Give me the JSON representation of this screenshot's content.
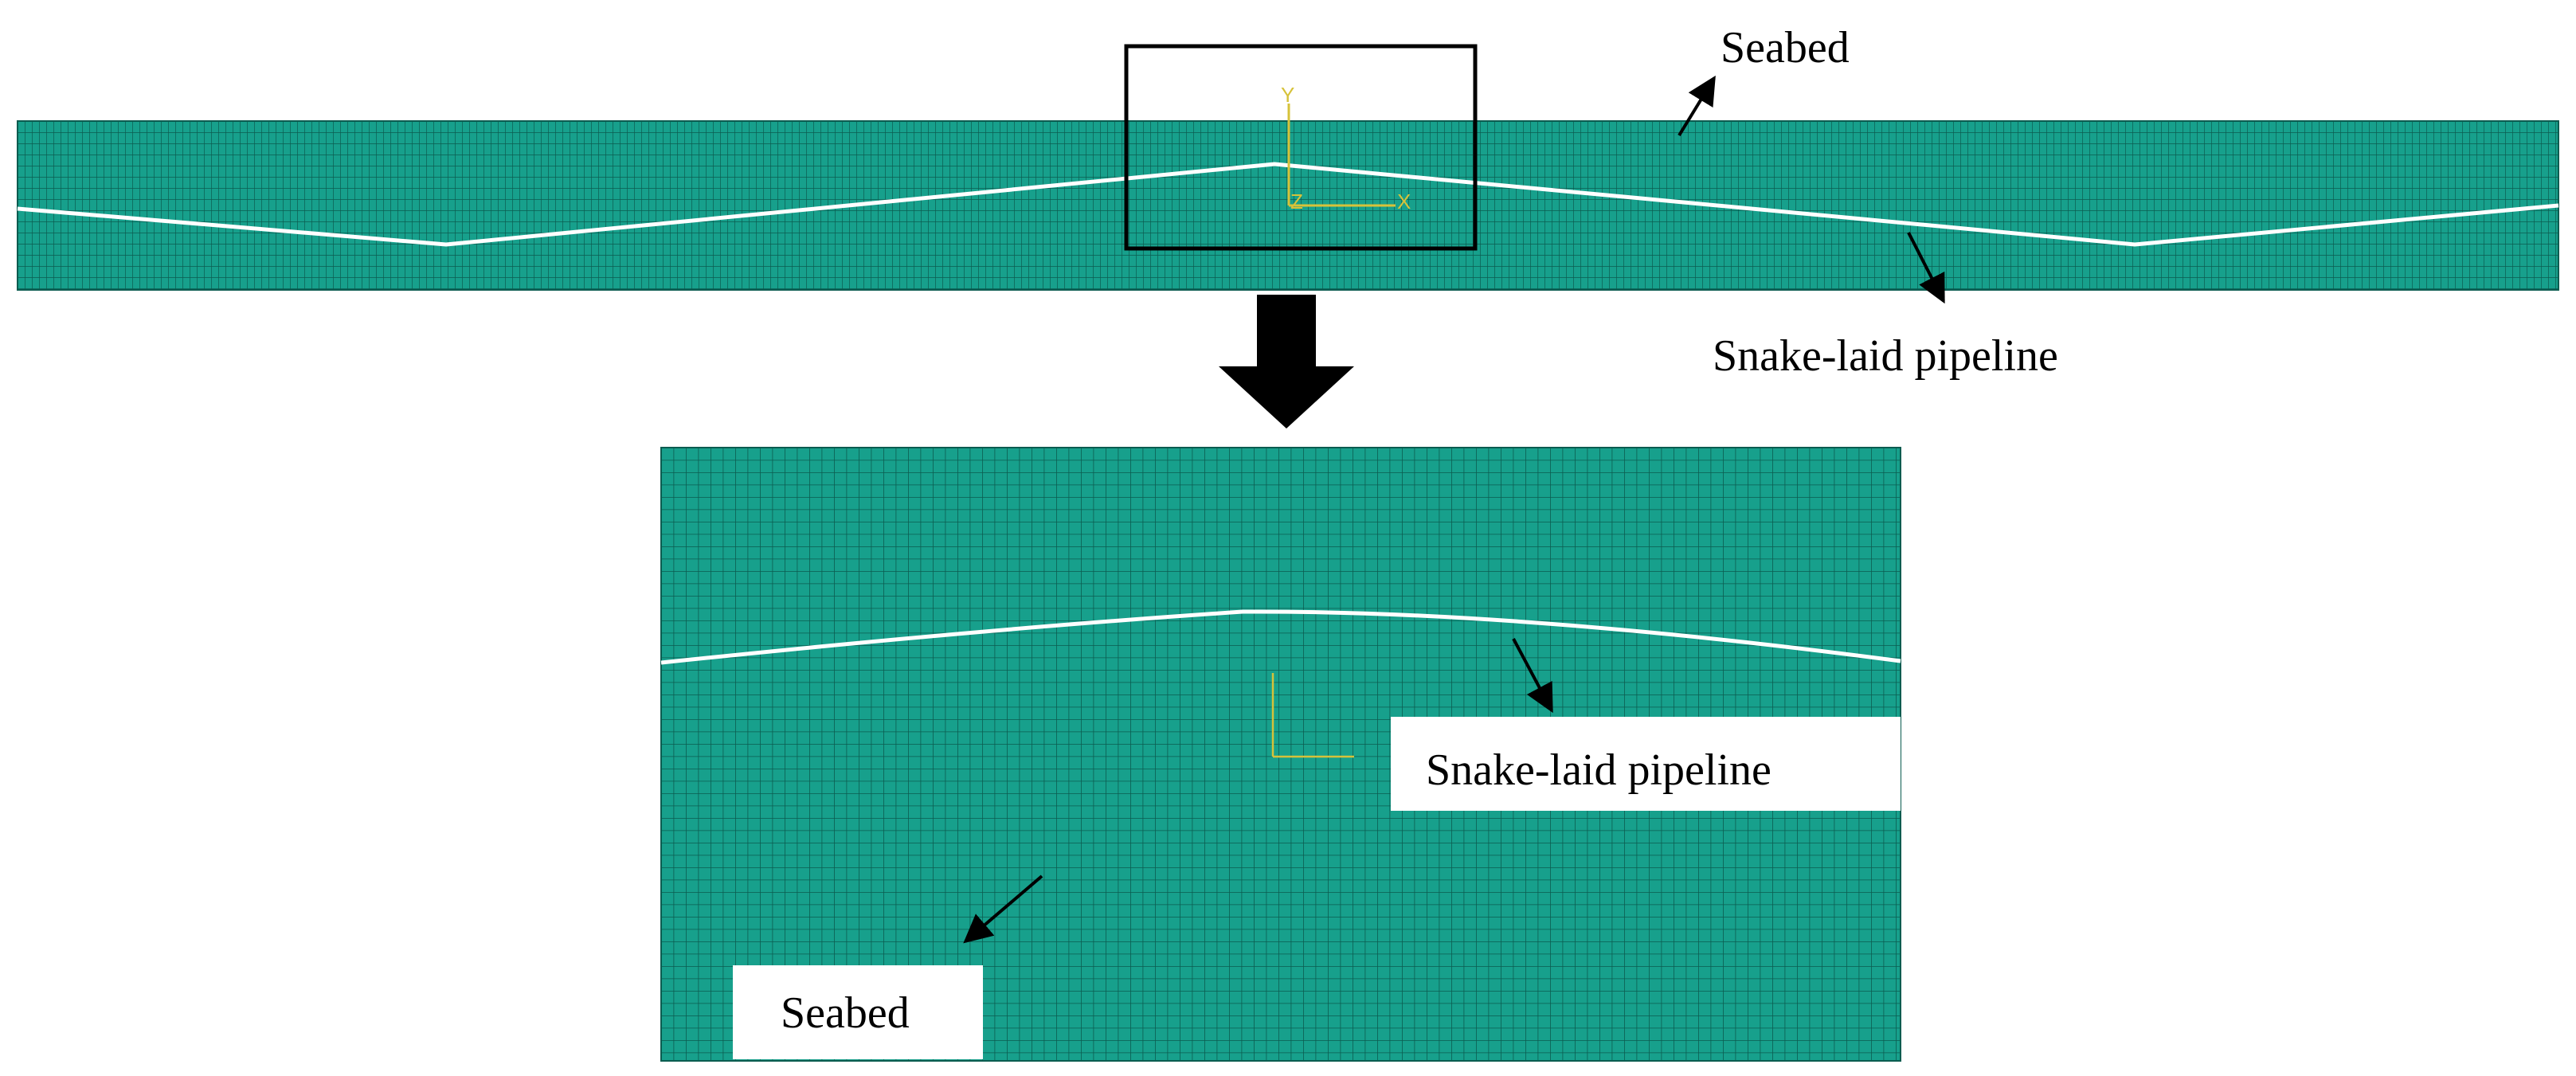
{
  "labels": {
    "seabed_top": "Seabed",
    "pipeline_top": "Snake-laid pipeline",
    "pipeline_zoom": "Snake-laid pipeline",
    "seabed_zoom": "Seabed"
  },
  "axes_triad": {
    "y_label": "Y",
    "x_label": "X",
    "z_label": "Z"
  },
  "colors": {
    "mesh_fill": "#17a08c",
    "mesh_line": "#0b5c50",
    "pipeline": "#ffffff",
    "triad": "#d6c23a",
    "arrow": "#000000"
  }
}
